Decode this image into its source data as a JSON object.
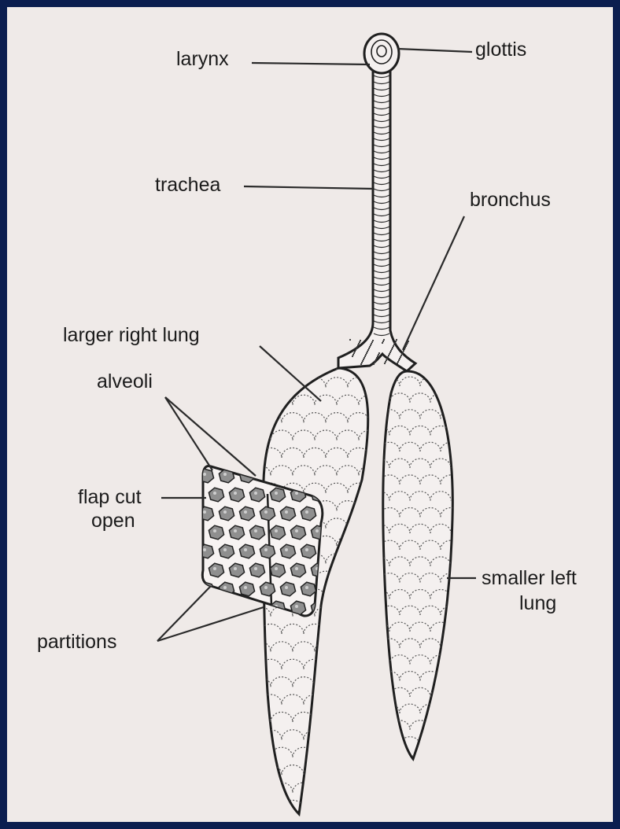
{
  "diagram": {
    "labels": {
      "larynx": "larynx",
      "glottis": "glottis",
      "trachea": "trachea",
      "bronchus": "bronchus",
      "larger_right_lung": "larger right lung",
      "alveoli": "alveoli",
      "flap_cut_open": [
        "flap cut",
        "open"
      ],
      "smaller_left_lung": [
        "smaller left",
        "lung"
      ],
      "partitions": "partitions"
    },
    "colors": {
      "frame": "#0b1e4f",
      "paper": "#efeae8",
      "ink": "#1b1b1b",
      "cell": "#9a9a9a"
    }
  }
}
